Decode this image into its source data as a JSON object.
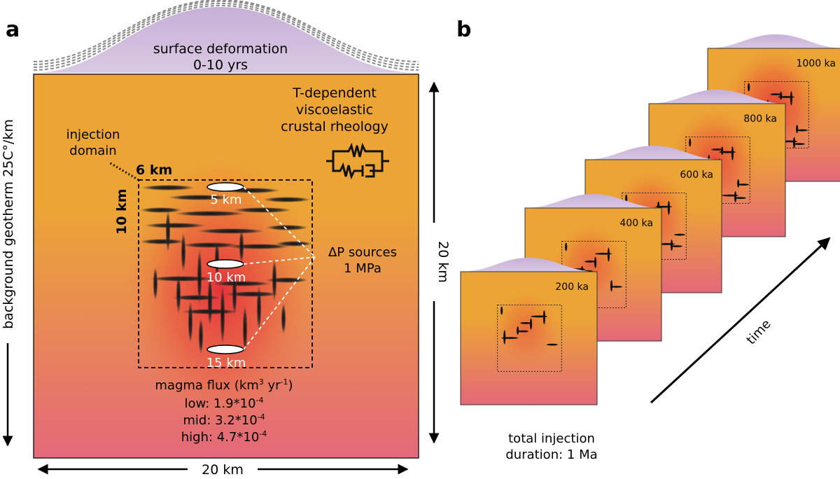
{
  "panel_a": {
    "letter": "a",
    "surface_title": "surface deformation",
    "surface_period": "0-10 yrs",
    "rheology": [
      "T-dependent",
      "viscoelastic",
      "crustal rheology"
    ],
    "injection": [
      "injection",
      "domain"
    ],
    "domain_width": "6 km",
    "domain_height": "10 km",
    "sources": [
      {
        "depth_label": "5 km"
      },
      {
        "depth_label": "10 km"
      },
      {
        "depth_label": "15 km"
      }
    ],
    "dp_label": "ΔP sources",
    "dp_value": "1 MPa",
    "flux_title": "magma flux (km",
    "flux_unit_sup": "3",
    "flux_unit_mid": " yr",
    "flux_unit_sup2": "-1",
    "flux_close": ")",
    "flux_rows": [
      {
        "label": "low: 1.9*10",
        "exp": "-4"
      },
      {
        "label": "mid: 3.2*10",
        "exp": "-4"
      },
      {
        "label": "high: 4.7*10",
        "exp": "-4"
      }
    ],
    "height_label": "20 km",
    "width_label": "20 km",
    "geotherm": "background geotherm 25C°/km",
    "colors": {
      "top": "#eca535",
      "bottom": "#e4687a",
      "heat": "#e83a3a",
      "deform": "#c9b3d6"
    }
  },
  "panel_b": {
    "letter": "b",
    "snapshots": [
      "200 ka",
      "400 ka",
      "600 ka",
      "800 ka",
      "1000 ka"
    ],
    "time_label": "time",
    "caption_line1": "total injection",
    "caption_line2": "duration: 1 Ma"
  }
}
